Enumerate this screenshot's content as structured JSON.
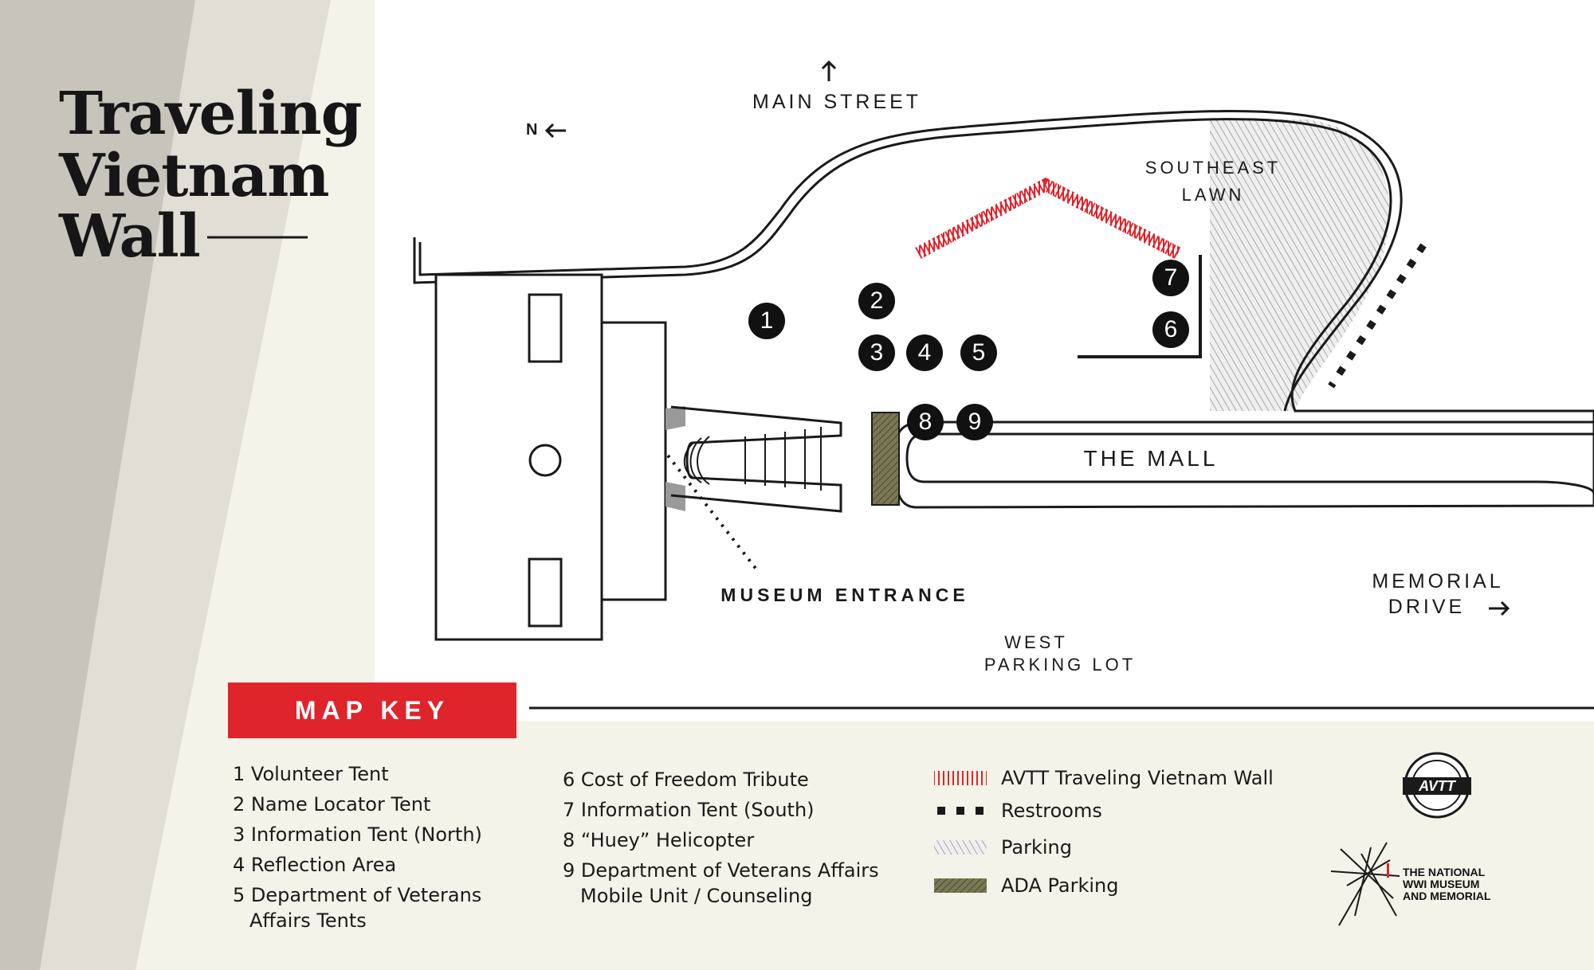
{
  "title": {
    "line1": "Traveling",
    "line2": "Vietnam",
    "line3": "Wall"
  },
  "compass": {
    "label": "N"
  },
  "map_labels": {
    "main_street": "MAIN STREET",
    "southeast_lawn_1": "SOUTHEAST",
    "southeast_lawn_2": "LAWN",
    "the_mall": "THE MALL",
    "museum_entrance": "MUSEUM ENTRANCE",
    "memorial_drive_1": "MEMORIAL",
    "memorial_drive_2": "DRIVE",
    "west_parking_1": "WEST",
    "west_parking_2": "PARKING LOT"
  },
  "markers": [
    "1",
    "2",
    "3",
    "4",
    "5",
    "6",
    "7",
    "8",
    "9"
  ],
  "map_key": {
    "heading": "MAP KEY",
    "items": [
      "1 Volunteer Tent",
      "2 Name Locator Tent",
      "3 Information Tent (North)",
      "4 Reflection Area",
      "5 Department of Veterans",
      "Affairs Tents",
      "6 Cost of Freedom Tribute",
      "7 Information Tent (South)",
      "8 “Huey” Helicopter",
      "9 Department of Veterans Affairs",
      "Mobile Unit / Counseling"
    ]
  },
  "legend": [
    {
      "label": "AVTT Traveling Vietnam Wall",
      "icon": "red-hatch-icon"
    },
    {
      "label": "Restrooms",
      "icon": "dotted-line-icon"
    },
    {
      "label": "Parking",
      "icon": "gray-hatch-icon"
    },
    {
      "label": "ADA Parking",
      "icon": "olive-hatch-icon"
    }
  ],
  "logos": {
    "avtt": "AVTT",
    "wwi_line1": "THE NATIONAL",
    "wwi_line2": "WWI MUSEUM",
    "wwi_line3": "AND MEMORIAL"
  },
  "colors": {
    "accent_red": "#e0242c",
    "ada_olive": "#6d6a48",
    "parking_gray": "#c9c9c9",
    "panel_beige": "#f3f3e9"
  }
}
